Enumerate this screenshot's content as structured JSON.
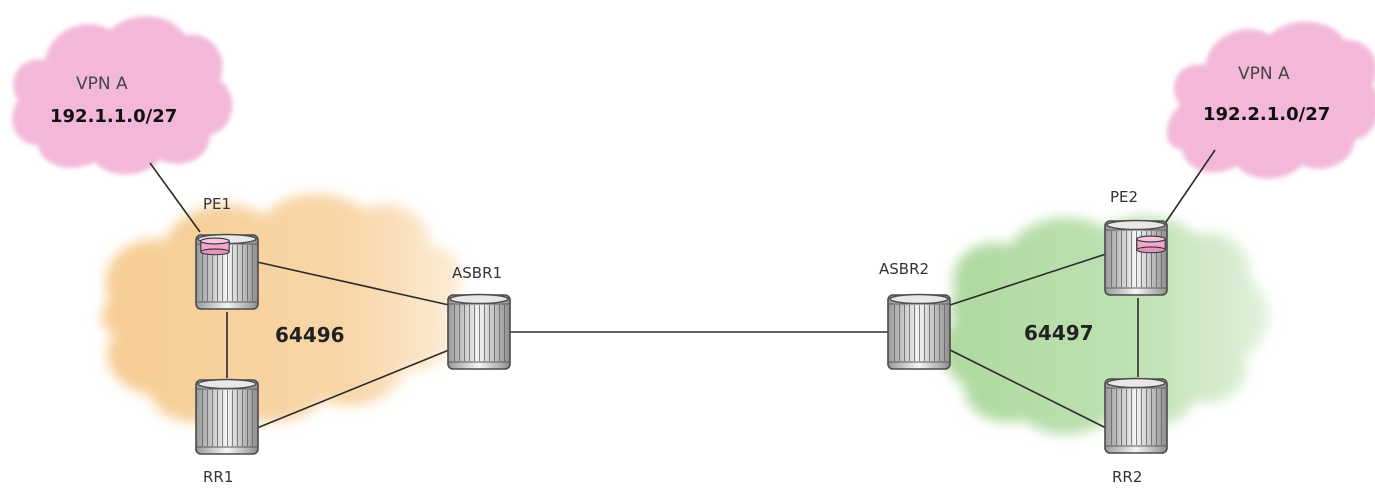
{
  "sites": [
    {
      "id": "vpn-left",
      "name": "VPN A",
      "prefix": "192.1.1.0/27"
    },
    {
      "id": "vpn-right",
      "name": "VPN A",
      "prefix": "192.2.1.0/27"
    }
  ],
  "autonomous_systems": [
    {
      "id": "as-left",
      "number": "64496",
      "color": "#f6c98d"
    },
    {
      "id": "as-right",
      "number": "64497",
      "color": "#a9d79a"
    }
  ],
  "routers": [
    {
      "id": "pe1",
      "label": "PE1",
      "role": "pe"
    },
    {
      "id": "rr1",
      "label": "RR1",
      "role": "rr"
    },
    {
      "id": "asbr1",
      "label": "ASBR1",
      "role": "asbr"
    },
    {
      "id": "asbr2",
      "label": "ASBR2",
      "role": "asbr"
    },
    {
      "id": "pe2",
      "label": "PE2",
      "role": "pe"
    },
    {
      "id": "rr2",
      "label": "RR2",
      "role": "rr"
    }
  ],
  "links": [
    [
      "vpn-left",
      "pe1"
    ],
    [
      "pe1",
      "rr1"
    ],
    [
      "pe1",
      "asbr1"
    ],
    [
      "rr1",
      "asbr1"
    ],
    [
      "asbr1",
      "asbr2"
    ],
    [
      "asbr2",
      "pe2"
    ],
    [
      "asbr2",
      "rr2"
    ],
    [
      "pe2",
      "rr2"
    ],
    [
      "pe2",
      "vpn-right"
    ]
  ],
  "colors": {
    "vpn_cloud": "#f3b8d9",
    "vrf_marker": "#f2a6cc",
    "link": "#2b2b2b"
  }
}
